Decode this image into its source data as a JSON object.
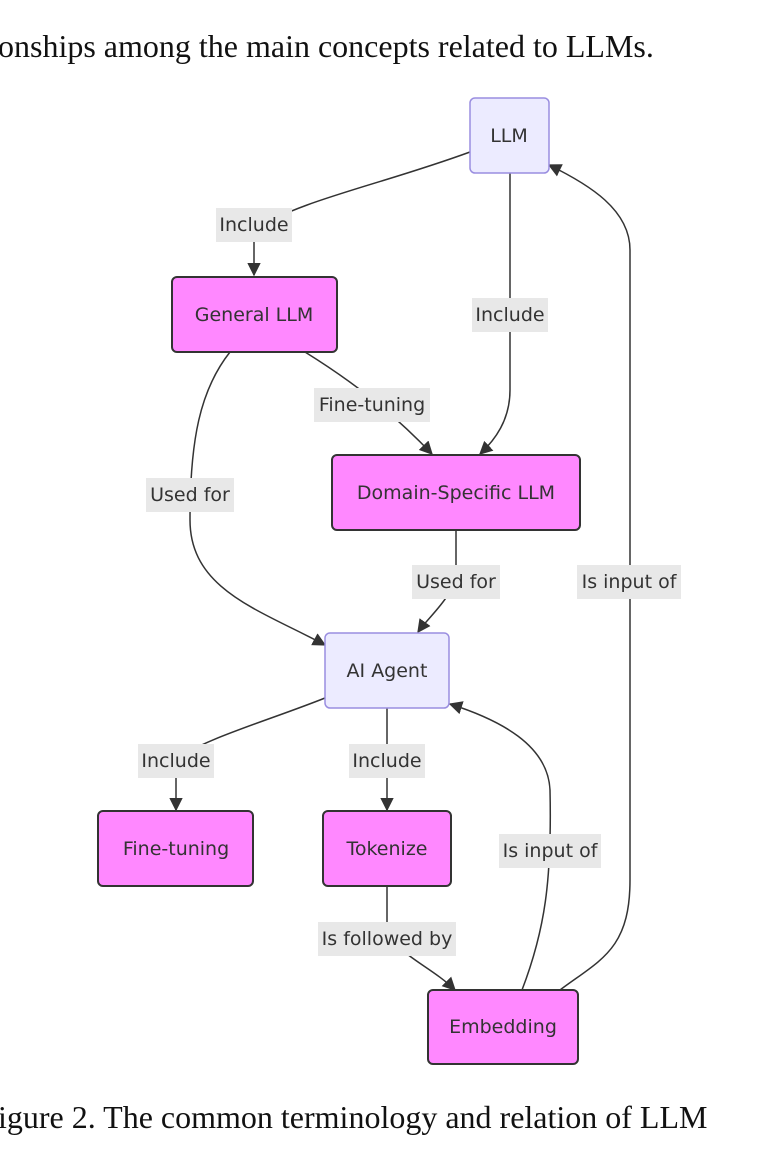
{
  "page": {
    "top_text": "onships among the main concepts related to LLMs.",
    "caption": "igure 2. The common terminology and relation of LLM"
  },
  "diagram": {
    "nodes": {
      "llm": "LLM",
      "general_llm": "General LLM",
      "domain_llm": "Domain-Specific LLM",
      "ai_agent": "AI Agent",
      "fine_tuning": "Fine-tuning",
      "tokenize": "Tokenize",
      "embedding": "Embedding"
    },
    "edges": {
      "llm_general": "Include",
      "llm_domain": "Include",
      "general_domain": "Fine-tuning",
      "general_agent": "Used for",
      "domain_agent": "Used for",
      "agent_finetuning": "Include",
      "agent_tokenize": "Include",
      "tokenize_embedding": "Is followed by",
      "embedding_agent": "Is input of",
      "embedding_llm": "Is input of"
    },
    "colors": {
      "primary_node_fill": "#ff88ff",
      "secondary_node_fill": "#ecebff",
      "edge_label_bg": "#e8e8e8"
    }
  }
}
